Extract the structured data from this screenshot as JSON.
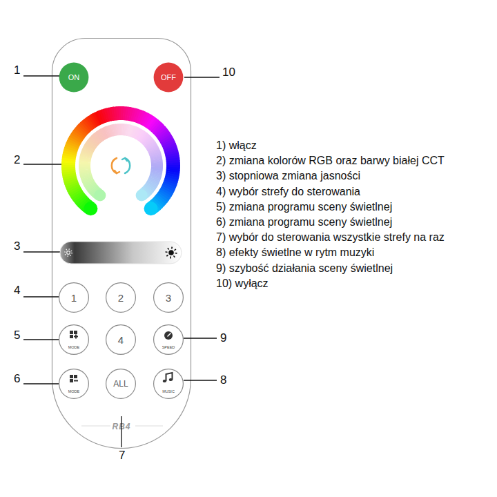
{
  "diagram": {
    "nodes": [
      {
        "text": [
          "RB4"
        ]
      },
      {
        "text": [
          "ON"
        ],
        "in": 0
      },
      {
        "text": [
          "OFF"
        ],
        "in": 0
      },
      {
        "text": [
          "1"
        ],
        "in": 0
      },
      {
        "text": [
          "2"
        ],
        "in": 0
      },
      {
        "text": [
          "3"
        ],
        "in": 0
      },
      {
        "text": [
          "MODE"
        ],
        "in": 0
      },
      {
        "text": [
          "4"
        ],
        "in": 0
      },
      {
        "text": [
          "SPEED"
        ],
        "in": 0
      },
      {
        "text": [
          "MODE"
        ],
        "in": 0
      },
      {
        "text": [
          "ALL"
        ],
        "in": 0
      },
      {
        "text": [
          "MUSIC"
        ],
        "in": 0
      }
    ],
    "labels": [
      "1",
      "10",
      "1) włącz",
      "2) zmiana kolorów RGB oraz barwy białej CCT",
      "3) stopniowa zmiana jasności",
      "4) wybór strefy do sterowania",
      "5) zmiana programu sceny świetlnej",
      "6) zmiana programu sceny świetlnej",
      "7) wybór do sterowania wszystkie strefy na raz",
      "8) efekty świetlne w rytm muzyki",
      "9) szybość działania sceny świetlnej",
      "10) wyłącz",
      "2",
      "3",
      "4",
      "5",
      "9",
      "6",
      "8",
      "7"
    ]
  }
}
